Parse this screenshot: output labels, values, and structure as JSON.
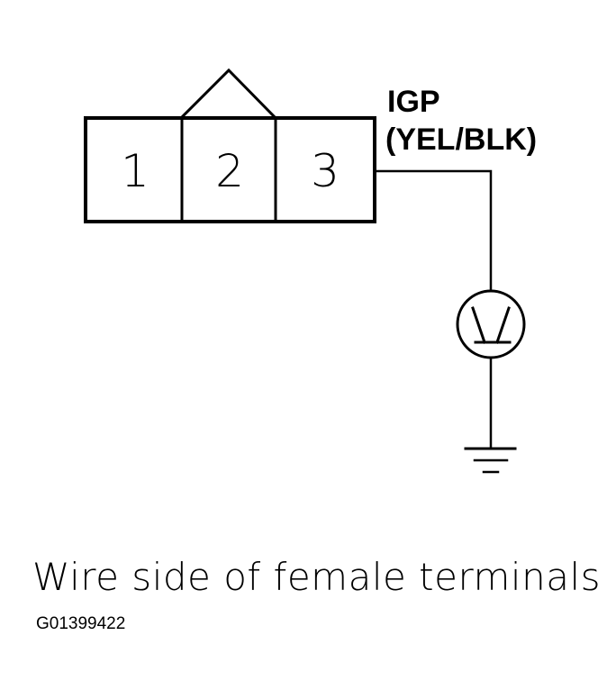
{
  "connector": {
    "terminals": [
      "1",
      "2",
      "3"
    ]
  },
  "wire": {
    "name": "IGP",
    "color_code": "(YEL/BLK)"
  },
  "caption": "Wire side of female terminals",
  "figure_id": "G01399422",
  "icons": {
    "probe": "voltmeter-icon",
    "ground": "ground-icon",
    "lock_tab": "connector-lock-tab-icon"
  },
  "colors": {
    "line": "#000000",
    "background": "#ffffff"
  }
}
